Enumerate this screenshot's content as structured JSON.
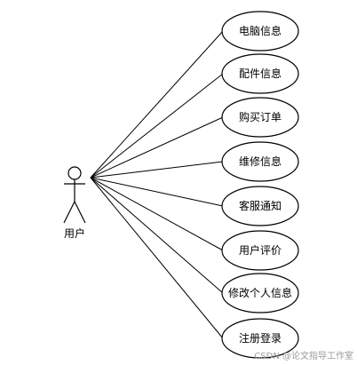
{
  "actor": {
    "label": "用户"
  },
  "use_cases": [
    {
      "label": "电脑信息"
    },
    {
      "label": "配件信息"
    },
    {
      "label": "购买订单"
    },
    {
      "label": "维修信息"
    },
    {
      "label": "客服通知"
    },
    {
      "label": "用户评价"
    },
    {
      "label": "修改个人信息"
    },
    {
      "label": "注册登录"
    }
  ],
  "watermark": "CSDN @论文指导工作室",
  "colors": {
    "stroke": "#000000",
    "background": "#ffffff",
    "watermark": "#9a9a9a"
  }
}
